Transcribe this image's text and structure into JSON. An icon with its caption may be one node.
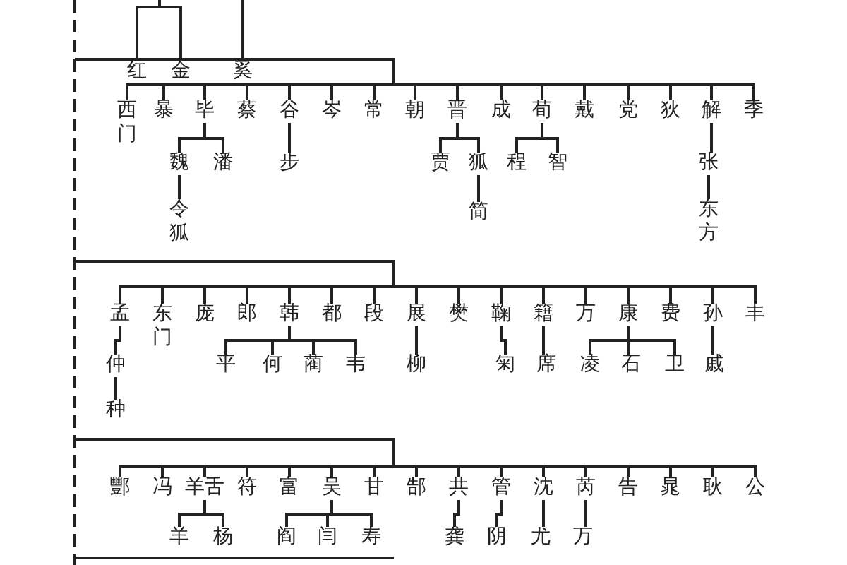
{
  "diagram": {
    "nodes": [
      {
        "text": [
          "红"
        ]
      },
      {
        "text": [
          "金"
        ]
      },
      {
        "text": [
          "奚"
        ]
      },
      {
        "text": [
          "西门"
        ]
      },
      {
        "text": [
          "暴"
        ]
      },
      {
        "text": [
          "毕"
        ]
      },
      {
        "text": [
          "蔡"
        ]
      },
      {
        "text": [
          "谷"
        ]
      },
      {
        "text": [
          "岑"
        ]
      },
      {
        "text": [
          "常"
        ]
      },
      {
        "text": [
          "朝"
        ]
      },
      {
        "text": [
          "晋"
        ]
      },
      {
        "text": [
          "成"
        ]
      },
      {
        "text": [
          "荀"
        ]
      },
      {
        "text": [
          "戴"
        ]
      },
      {
        "text": [
          "党"
        ]
      },
      {
        "text": [
          "狄"
        ]
      },
      {
        "text": [
          "解"
        ]
      },
      {
        "text": [
          "季"
        ]
      },
      {
        "text": [
          "魏"
        ]
      },
      {
        "text": [
          "潘"
        ]
      },
      {
        "text": [
          "令狐"
        ]
      },
      {
        "text": [
          "步"
        ]
      },
      {
        "text": [
          "贾"
        ]
      },
      {
        "text": [
          "狐"
        ]
      },
      {
        "text": [
          "简"
        ]
      },
      {
        "text": [
          "程"
        ]
      },
      {
        "text": [
          "智"
        ]
      },
      {
        "text": [
          "张"
        ]
      },
      {
        "text": [
          "东方"
        ]
      },
      {
        "text": [
          "孟"
        ]
      },
      {
        "text": [
          "东门"
        ]
      },
      {
        "text": [
          "庞"
        ]
      },
      {
        "text": [
          "郎"
        ]
      },
      {
        "text": [
          "韩"
        ]
      },
      {
        "text": [
          "都"
        ]
      },
      {
        "text": [
          "段"
        ]
      },
      {
        "text": [
          "展"
        ]
      },
      {
        "text": [
          "樊"
        ]
      },
      {
        "text": [
          "鞠"
        ]
      },
      {
        "text": [
          "籍"
        ]
      },
      {
        "text": [
          "万"
        ]
      },
      {
        "text": [
          "康"
        ]
      },
      {
        "text": [
          "费"
        ]
      },
      {
        "text": [
          "孙"
        ]
      },
      {
        "text": [
          "丰"
        ]
      },
      {
        "text": [
          "仲"
        ]
      },
      {
        "text": [
          "种"
        ]
      },
      {
        "text": [
          "平"
        ]
      },
      {
        "text": [
          "何"
        ]
      },
      {
        "text": [
          "蔺"
        ]
      },
      {
        "text": [
          "韦"
        ]
      },
      {
        "text": [
          "柳"
        ]
      },
      {
        "text": [
          "匊"
        ]
      },
      {
        "text": [
          "席"
        ]
      },
      {
        "text": [
          "凌"
        ]
      },
      {
        "text": [
          "石"
        ]
      },
      {
        "text": [
          "卫"
        ]
      },
      {
        "text": [
          "戚"
        ]
      },
      {
        "text": [
          "酆"
        ]
      },
      {
        "text": [
          "冯"
        ]
      },
      {
        "text": [
          "羊舌"
        ]
      },
      {
        "text": [
          "符"
        ]
      },
      {
        "text": [
          "富"
        ]
      },
      {
        "text": [
          "吴"
        ]
      },
      {
        "text": [
          "甘"
        ]
      },
      {
        "text": [
          "郜"
        ]
      },
      {
        "text": [
          "共"
        ]
      },
      {
        "text": [
          "管"
        ]
      },
      {
        "text": [
          "沈"
        ]
      },
      {
        "text": [
          "芮"
        ]
      },
      {
        "text": [
          "告"
        ]
      },
      {
        "text": [
          "晁"
        ]
      },
      {
        "text": [
          "耿"
        ]
      },
      {
        "text": [
          "公"
        ]
      },
      {
        "text": [
          "羊"
        ]
      },
      {
        "text": [
          "杨"
        ]
      },
      {
        "text": [
          "阎"
        ]
      },
      {
        "text": [
          "闫"
        ]
      },
      {
        "text": [
          "寿"
        ]
      },
      {
        "text": [
          "龚"
        ]
      },
      {
        "text": [
          "阴"
        ]
      },
      {
        "text": [
          "尤"
        ]
      },
      {
        "text": [
          "万"
        ]
      }
    ],
    "edges": [
      {
        "from": null,
        "to": 0,
        "arrow": "none"
      },
      {
        "from": null,
        "to": 1,
        "arrow": "none"
      },
      {
        "from": null,
        "to": 2,
        "arrow": "none"
      },
      {
        "from": null,
        "to": 3,
        "arrow": "none"
      },
      {
        "from": null,
        "to": 4,
        "arrow": "none"
      },
      {
        "from": null,
        "to": 5,
        "arrow": "none"
      },
      {
        "from": null,
        "to": 6,
        "arrow": "none"
      },
      {
        "from": null,
        "to": 7,
        "arrow": "none"
      },
      {
        "from": null,
        "to": 8,
        "arrow": "none"
      },
      {
        "from": null,
        "to": 9,
        "arrow": "none"
      },
      {
        "from": null,
        "to": 10,
        "arrow": "none"
      },
      {
        "from": null,
        "to": 11,
        "arrow": "none"
      },
      {
        "from": null,
        "to": 12,
        "arrow": "none"
      },
      {
        "from": null,
        "to": 13,
        "arrow": "none"
      },
      {
        "from": null,
        "to": 14,
        "arrow": "none"
      },
      {
        "from": null,
        "to": 15,
        "arrow": "none"
      },
      {
        "from": null,
        "to": 16,
        "arrow": "none"
      },
      {
        "from": null,
        "to": 17,
        "arrow": "none"
      },
      {
        "from": null,
        "to": 18,
        "arrow": "none"
      },
      {
        "from": 5,
        "to": 19,
        "arrow": "none"
      },
      {
        "from": 5,
        "to": 20,
        "arrow": "none"
      },
      {
        "from": 19,
        "to": 21,
        "arrow": "none"
      },
      {
        "from": 7,
        "to": 22,
        "arrow": "none"
      },
      {
        "from": 11,
        "to": 23,
        "arrow": "none"
      },
      {
        "from": 11,
        "to": 24,
        "arrow": "none"
      },
      {
        "from": 24,
        "to": 25,
        "arrow": "none"
      },
      {
        "from": 13,
        "to": 26,
        "arrow": "none"
      },
      {
        "from": 13,
        "to": 27,
        "arrow": "none"
      },
      {
        "from": 17,
        "to": 28,
        "arrow": "none"
      },
      {
        "from": 28,
        "to": 29,
        "arrow": "none"
      },
      {
        "from": null,
        "to": 30,
        "arrow": "none"
      },
      {
        "from": null,
        "to": 31,
        "arrow": "none"
      },
      {
        "from": null,
        "to": 32,
        "arrow": "none"
      },
      {
        "from": null,
        "to": 33,
        "arrow": "none"
      },
      {
        "from": null,
        "to": 34,
        "arrow": "none"
      },
      {
        "from": null,
        "to": 35,
        "arrow": "none"
      },
      {
        "from": null,
        "to": 36,
        "arrow": "none"
      },
      {
        "from": null,
        "to": 37,
        "arrow": "none"
      },
      {
        "from": null,
        "to": 38,
        "arrow": "none"
      },
      {
        "from": null,
        "to": 39,
        "arrow": "none"
      },
      {
        "from": null,
        "to": 40,
        "arrow": "none"
      },
      {
        "from": null,
        "to": 41,
        "arrow": "none"
      },
      {
        "from": null,
        "to": 42,
        "arrow": "none"
      },
      {
        "from": null,
        "to": 43,
        "arrow": "none"
      },
      {
        "from": null,
        "to": 44,
        "arrow": "none"
      },
      {
        "from": null,
        "to": 45,
        "arrow": "none"
      },
      {
        "from": 30,
        "to": 46,
        "arrow": "none"
      },
      {
        "from": 46,
        "to": 47,
        "arrow": "none"
      },
      {
        "from": 34,
        "to": 48,
        "arrow": "none"
      },
      {
        "from": 34,
        "to": 49,
        "arrow": "none"
      },
      {
        "from": 34,
        "to": 50,
        "arrow": "none"
      },
      {
        "from": 34,
        "to": 51,
        "arrow": "none"
      },
      {
        "from": 37,
        "to": 52,
        "arrow": "none"
      },
      {
        "from": 39,
        "to": 53,
        "arrow": "none"
      },
      {
        "from": 40,
        "to": 54,
        "arrow": "none"
      },
      {
        "from": 42,
        "to": 55,
        "arrow": "none"
      },
      {
        "from": 42,
        "to": 56,
        "arrow": "none"
      },
      {
        "from": 42,
        "to": 57,
        "arrow": "none"
      },
      {
        "from": 44,
        "to": 58,
        "arrow": "none"
      },
      {
        "from": null,
        "to": 59,
        "arrow": "none"
      },
      {
        "from": null,
        "to": 60,
        "arrow": "none"
      },
      {
        "from": null,
        "to": 61,
        "arrow": "none"
      },
      {
        "from": null,
        "to": 62,
        "arrow": "none"
      },
      {
        "from": null,
        "to": 63,
        "arrow": "none"
      },
      {
        "from": null,
        "to": 64,
        "arrow": "none"
      },
      {
        "from": null,
        "to": 65,
        "arrow": "none"
      },
      {
        "from": null,
        "to": 66,
        "arrow": "none"
      },
      {
        "from": null,
        "to": 67,
        "arrow": "none"
      },
      {
        "from": null,
        "to": 68,
        "arrow": "none"
      },
      {
        "from": null,
        "to": 69,
        "arrow": "none"
      },
      {
        "from": null,
        "to": 70,
        "arrow": "none"
      },
      {
        "from": null,
        "to": 71,
        "arrow": "none"
      },
      {
        "from": null,
        "to": 72,
        "arrow": "none"
      },
      {
        "from": null,
        "to": 73,
        "arrow": "none"
      },
      {
        "from": null,
        "to": 74,
        "arrow": "none"
      },
      {
        "from": 61,
        "to": 75,
        "arrow": "none"
      },
      {
        "from": 61,
        "to": 76,
        "arrow": "none"
      },
      {
        "from": 64,
        "to": 77,
        "arrow": "none"
      },
      {
        "from": 64,
        "to": 78,
        "arrow": "none"
      },
      {
        "from": 64,
        "to": 79,
        "arrow": "none"
      },
      {
        "from": 67,
        "to": 80,
        "arrow": "none"
      },
      {
        "from": 68,
        "to": 81,
        "arrow": "none"
      },
      {
        "from": 69,
        "to": 82,
        "arrow": "none"
      },
      {
        "from": 70,
        "to": 83,
        "arrow": "none"
      }
    ]
  }
}
